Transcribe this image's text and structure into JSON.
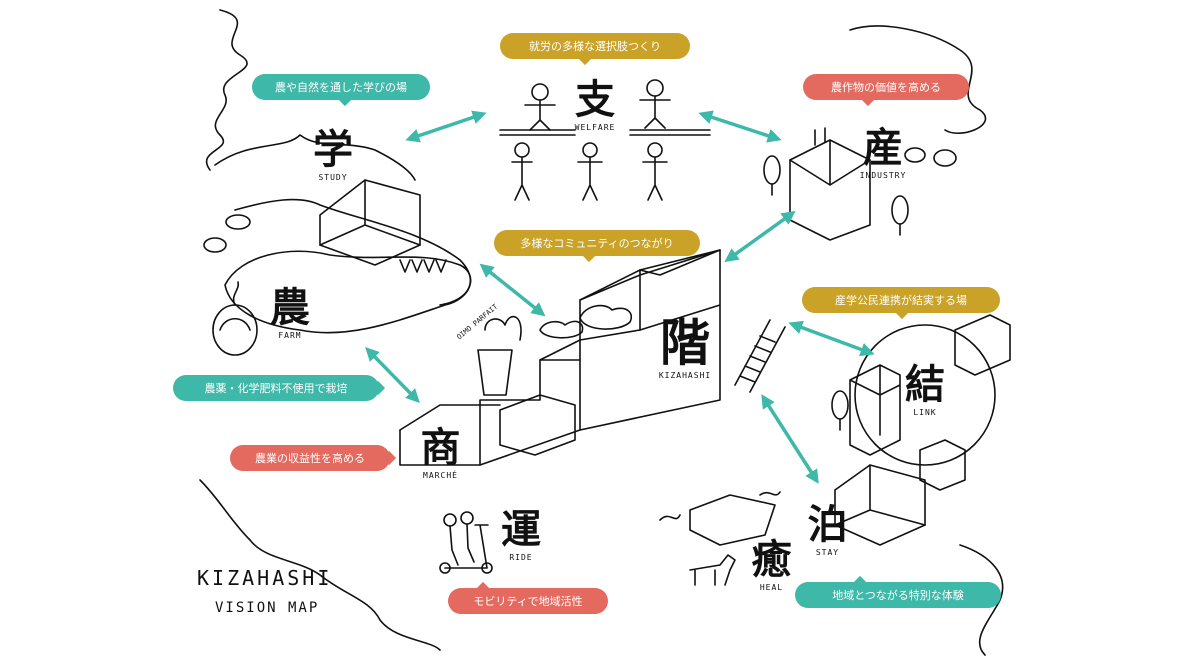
{
  "colors": {
    "teal": "#3eb8a8",
    "gold": "#c9a227",
    "coral": "#e46a60",
    "ink": "#111111"
  },
  "map_title": {
    "line1": "KIZAHASHI",
    "line2": "VISION MAP"
  },
  "nodes": {
    "welfare": {
      "kanji": "支",
      "en": "WELFARE"
    },
    "study": {
      "kanji": "学",
      "en": "STUDY"
    },
    "industry": {
      "kanji": "産",
      "en": "INDUSTRY"
    },
    "farm": {
      "kanji": "農",
      "en": "FARM"
    },
    "kizahashi": {
      "kanji": "階",
      "en": "KIZAHASHI"
    },
    "link": {
      "kanji": "結",
      "en": "LINK"
    },
    "marche": {
      "kanji": "商",
      "en": "MARCHÉ"
    },
    "ride": {
      "kanji": "運",
      "en": "RIDE"
    },
    "stay": {
      "kanji": "泊",
      "en": "STAY"
    },
    "heal": {
      "kanji": "癒",
      "en": "HEAL"
    }
  },
  "bubbles": {
    "welfare": {
      "text": "就労の多様な選択肢つくり",
      "color": "gold"
    },
    "study": {
      "text": "農や自然を通した学びの場",
      "color": "teal"
    },
    "industry": {
      "text": "農作物の価値を高める",
      "color": "coral"
    },
    "community": {
      "text": "多様なコミュニティのつながり",
      "color": "gold"
    },
    "link": {
      "text": "産学公民連携が結実する場",
      "color": "gold"
    },
    "farm": {
      "text": "農薬・化学肥料不使用で栽培",
      "color": "teal"
    },
    "marche": {
      "text": "農業の収益性を高める",
      "color": "coral"
    },
    "ride": {
      "text": "モビリティで地域活性",
      "color": "coral"
    },
    "stay": {
      "text": "地域とつながる特別な体験",
      "color": "teal"
    }
  },
  "signs": {
    "parfait": "OIMO PARFAIT"
  }
}
